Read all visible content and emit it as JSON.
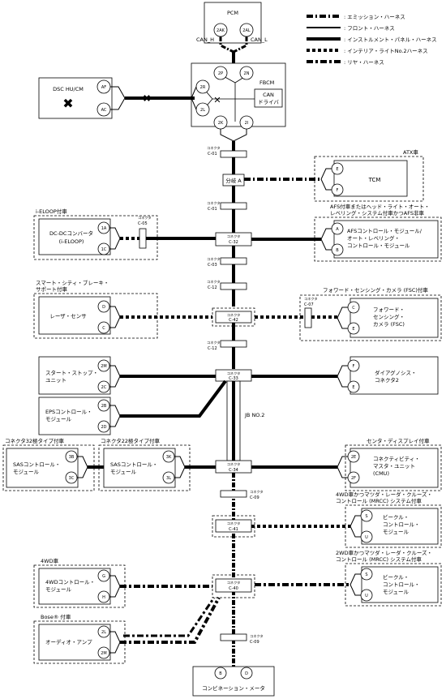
{
  "legend": [
    {
      "key": "emission",
      "label": ": エミッション・ハーネス"
    },
    {
      "key": "front",
      "label": ": フロント・ハーネス"
    },
    {
      "key": "instrument",
      "label": ": インストルメント・パネル・ハーネス"
    },
    {
      "key": "interior",
      "label": ": インテリア・ライトNo.2ハーネス"
    },
    {
      "key": "rear",
      "label": ": リヤ・ハーネス"
    }
  ],
  "modules": {
    "pcm": "PCM",
    "can_h": "CAN_H",
    "can_l": "CAN_L",
    "fbcm": "FBCM",
    "can_driver_1": "CAN",
    "can_driver_2": "ドライバ",
    "dsc": "DSC HU/CM",
    "tcm": "TCM",
    "atx": "ATX車",
    "branch_a": "分岐 A",
    "ieloop_cond": "i-ELOOP付車",
    "dcdc_1": "DC-DCコンバータ",
    "dcdc_2": "(i-ELOOP)",
    "afs_cond_1": "AFS付車またはヘッド・ライト・オート・",
    "afs_cond_2": "レベリング・システム付車かつAFS非車",
    "afs_1": "AFSコントロール・モジュール/",
    "afs_2": "オート・レベリング・",
    "afs_3": "コントロール・モジュール",
    "scbs_cond_1": "スマート・シティ・ブレーキ・",
    "scbs_cond_2": "サポート付車",
    "laser": "レーザ・センサ",
    "fsc_cond": "フォワード・センシング・カメラ (FSC)付車",
    "fsc_1": "フォワード・",
    "fsc_2": "センシング・",
    "fsc_3": "カメラ (FSC)",
    "start_stop_1": "スタート・ストップ・",
    "start_stop_2": "ユニット",
    "dlc_1": "ダイアグノシス・",
    "dlc_2": "コネクタ2",
    "eps_1": "EPSコントロール・",
    "eps_2": "モジュール",
    "jb": "JB NO.2",
    "sas32_cond": "コネクタ32極タイプ付車",
    "sas22_cond": "コネクタ22極タイプ付車",
    "sas_1": "SASコントロール・",
    "sas_2": "モジュール",
    "cmu_cond": "センタ・ディスプレイ付車",
    "cmu_1": "コネクティビティ・",
    "cmu_2": "マスタ・ユニット",
    "cmu_3": "(CMU)",
    "mrcc4_cond_1": "4WD車かつマツダ・レーダ・クルーズ・",
    "mrcc4_cond_2": "コントロール (MRCC) システム付車",
    "mrcc2_cond_1": "2WD車かつマツダ・レーダ・クルーズ・",
    "mrcc2_cond_2": "コントロール (MRCC) システム付車",
    "vcm_1": "ビークル・",
    "vcm_2": "コントロール・",
    "vcm_3": "モジュール",
    "awd_cond": "4WD車",
    "awd_1": "4WDコントロール・",
    "awd_2": "モジュール",
    "bose_cond": "Bose® 付車",
    "amp": "オーディオ・アンプ",
    "meter": "コンビネーション・メータ"
  },
  "pins": {
    "pcm_a": "2AK",
    "pcm_b": "2AL",
    "fb_1": "2P",
    "fb_2": "2N",
    "fb_3": "2R",
    "fb_4": "2L",
    "fb_5": "2K",
    "fb_6": "2I",
    "dsc_a": "AF",
    "dsc_b": "AC",
    "tcm_a": "E",
    "tcm_b": "F",
    "dc_a": "1A",
    "dc_b": "1C",
    "afs_a": "A",
    "afs_b": "B",
    "ls_a": "D",
    "ls_b": "C",
    "fsc_a": "C",
    "fsc_b": "E",
    "ss_a": "2M",
    "ss_b": "2C",
    "dl_a": "F",
    "dl_b": "E",
    "eps_a": "2B",
    "eps_b": "2D",
    "sas32_a": "3B",
    "sas32_b": "3C",
    "sas22_a": "3K",
    "sas22_b": "3L",
    "cmu_a": "2E",
    "cmu_b": "2F",
    "vcm4_a": "S",
    "vcm4_b": "U",
    "vcm2_a": "S",
    "vcm2_b": "U",
    "awd_a": "G",
    "awd_b": "H",
    "amp_a": "2L",
    "amp_b": "2M",
    "met_a": "B",
    "met_b": "D"
  },
  "connectors": {
    "conn_word": "コネクタ",
    "c01": "C-01",
    "c05": "C-05",
    "c32": "C-32",
    "c03": "C-03",
    "c12": "C-12",
    "c07": "C-07",
    "c42": "C-42",
    "c33": "C-33",
    "c34": "C-34",
    "c09": "C-09",
    "c41": "C-41",
    "c40": "C-40"
  }
}
